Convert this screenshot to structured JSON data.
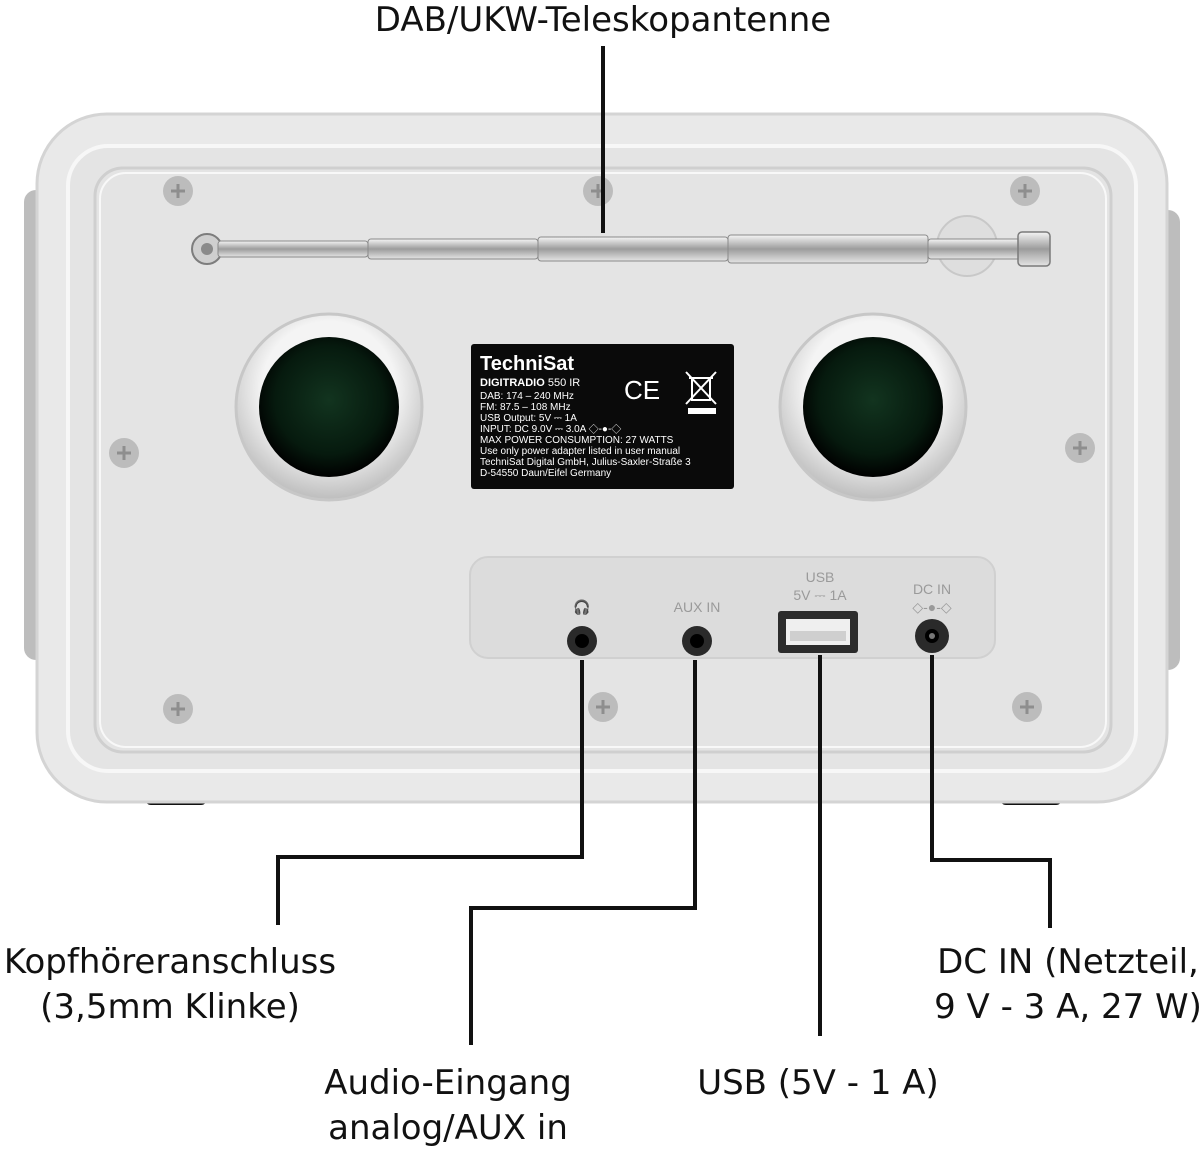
{
  "callouts": {
    "antenna": "DAB/UKW-Teleskopantenne",
    "headphone_line1": "Kopfhöreranschluss",
    "headphone_line2": "(3,5mm Klinke)",
    "aux_line1": "Audio-Eingang",
    "aux_line2": "analog/AUX in",
    "usb": "USB (5V - 1 A)",
    "dc_line1": "DC IN (Netzteil,",
    "dc_line2": "9 V - 3 A, 27 W)"
  },
  "label_plate": {
    "brand": "TechniSat",
    "model_bold": "DIGITRADIO",
    "model_rest": " 550 IR",
    "lines": [
      "DAB: 174 – 240 MHz",
      "FM: 87.5 – 108 MHz",
      "USB Output: 5V ⎓ 1A",
      "INPUT: DC 9.0V ⎓ 3.0A ◇-●-◇",
      "MAX POWER CONSUMPTION: 27 WATTS",
      "Use only power adapter listed in user manual",
      "TechniSat Digital GmbH, Julius-Saxler-Straße 3",
      "D-54550 Daun/Eifel Germany"
    ],
    "ce_mark": "CE"
  },
  "ports": {
    "headphone_symbol": "🎧",
    "aux": "AUX IN",
    "usb_line1": "USB",
    "usb_line2": "5V ⎓ 1A",
    "dc_line1": "DC IN",
    "dc_line2": "◇-●-◇"
  },
  "colors": {
    "case": "#e9e9e9",
    "case_edge": "#d4d4d4",
    "panel": "#e2e2e2",
    "label": "#0a0a0a",
    "leader": "#111111"
  }
}
